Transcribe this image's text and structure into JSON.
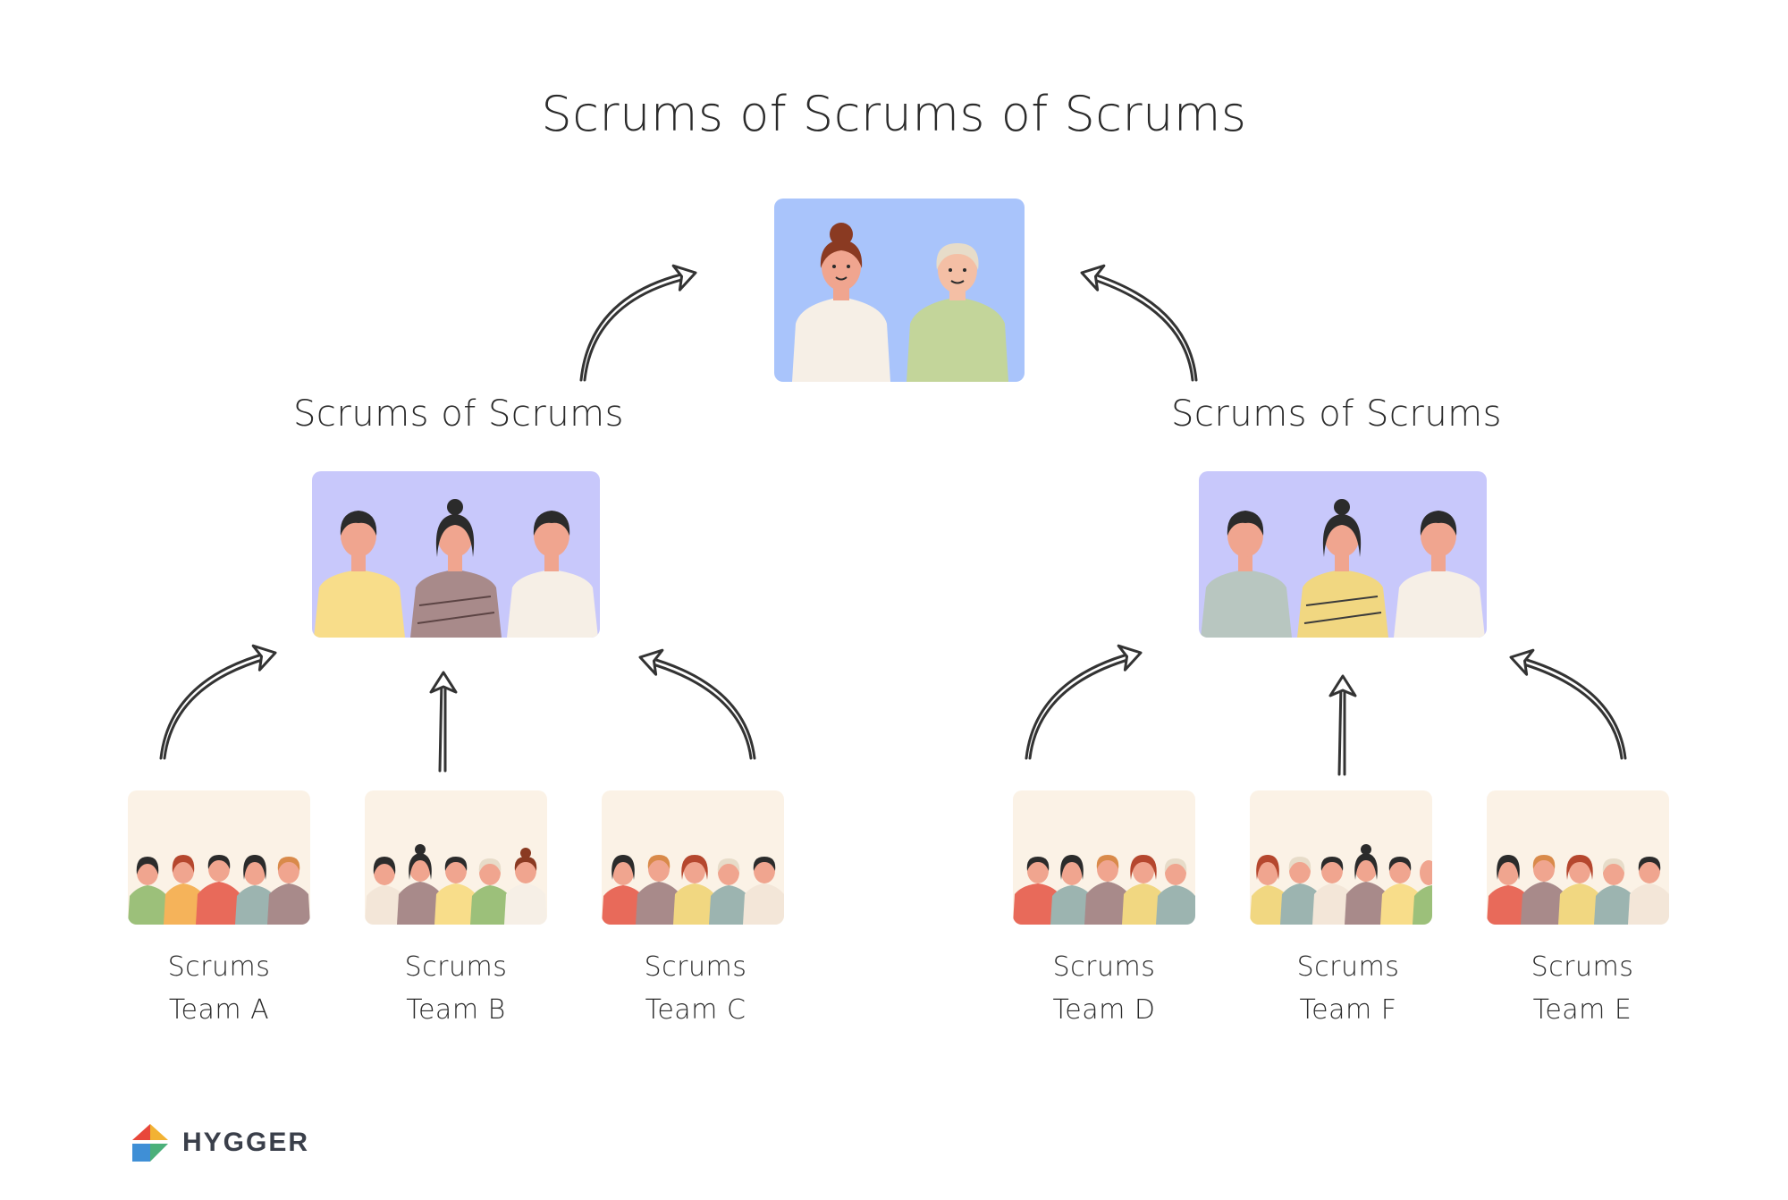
{
  "title": "Scrums of Scrums of Scrums",
  "top_group": {
    "image": "two-people-illustration"
  },
  "groups": [
    {
      "label": "Scrums of Scrums",
      "image": "three-people-illustration"
    },
    {
      "label": "Scrums of Scrums",
      "image": "three-people-illustration"
    }
  ],
  "teams": [
    {
      "line1": "Scrums",
      "line2": "Team A"
    },
    {
      "line1": "Scrums",
      "line2": "Team B"
    },
    {
      "line1": "Scrums",
      "line2": "Team C"
    },
    {
      "line1": "Scrums",
      "line2": "Team D"
    },
    {
      "line1": "Scrums",
      "line2": "Team F"
    },
    {
      "line1": "Scrums",
      "line2": "Team E"
    }
  ],
  "logo": {
    "text": "HYGGER"
  },
  "colors": {
    "top_card_bg": "#a9c4fb",
    "group_card_bg": "#c8c8fb",
    "team_card_bg": "#fbf2e6",
    "arrow": "#333333",
    "text": "#2b2b2b"
  }
}
